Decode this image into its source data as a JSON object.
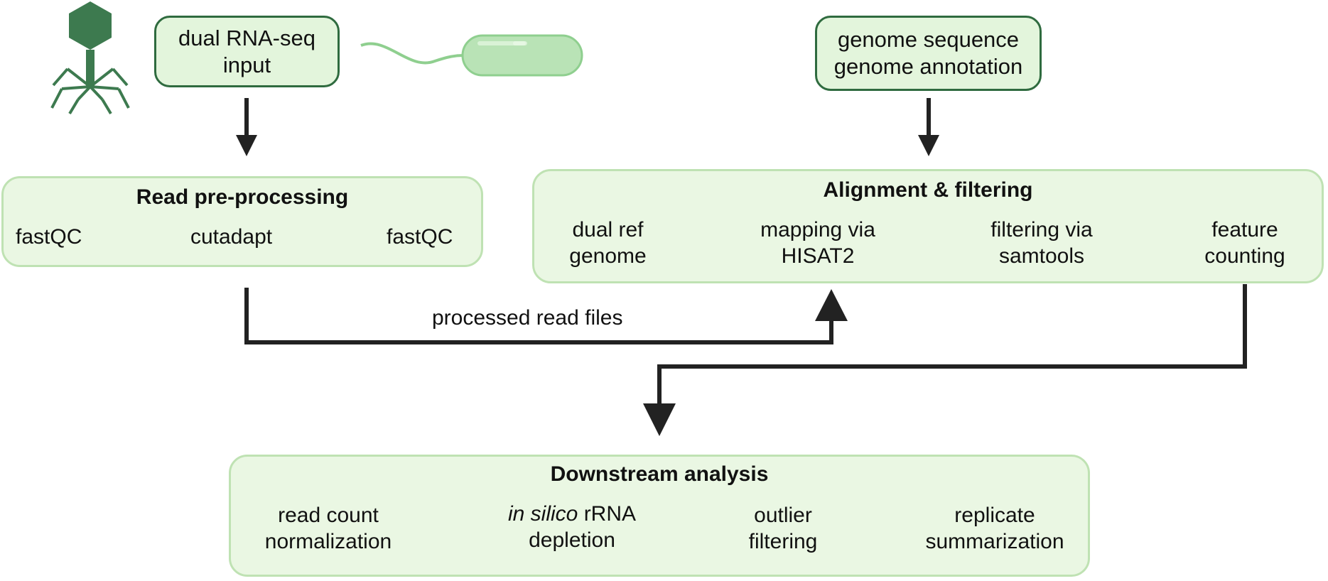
{
  "inputs": {
    "rnaseq": [
      "dual RNA-seq",
      "input"
    ],
    "genome": [
      "genome sequence",
      "genome annotation"
    ]
  },
  "read_preprocessing": {
    "title": "Read pre-processing",
    "steps": [
      "fastQC",
      "cutadapt",
      "fastQC"
    ]
  },
  "alignment": {
    "title": "Alignment & filtering",
    "steps": [
      [
        "dual ref",
        "genome"
      ],
      [
        "mapping via",
        "HISAT2"
      ],
      [
        "filtering via",
        "samtools"
      ],
      [
        "feature",
        "counting"
      ]
    ]
  },
  "connector_label": "processed read files",
  "downstream": {
    "title": "Downstream analysis",
    "steps": [
      [
        "read count",
        "normalization"
      ],
      [
        "rRNA",
        "depletion"
      ],
      [
        "outlier",
        "filtering"
      ],
      [
        "replicate",
        "summarization"
      ]
    ],
    "italic_prefix": "in silico"
  },
  "colors": {
    "box_fill": "#eaf7e3",
    "box_border": "#bfe2b3",
    "input_border": "#2f6b3f",
    "arrow": "#222222",
    "phage": "#3d7a4f",
    "bacterium": "#b9e3b6"
  },
  "icons": [
    "phage-icon",
    "bacterium-icon"
  ]
}
